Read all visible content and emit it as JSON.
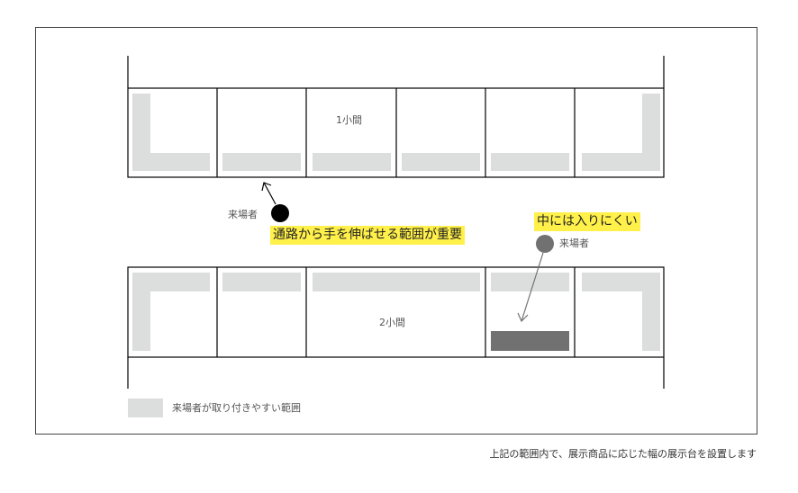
{
  "colors": {
    "frame": "#444444",
    "zone": "#dcdddd",
    "dark_zone": "#727171",
    "highlight": "#fff04a",
    "visitor_near": "#000000",
    "visitor_far": "#727171"
  },
  "labels": {
    "booth_1": "1小間",
    "booth_2": "2小間",
    "visitor_1": "来場者",
    "visitor_2": "来場者",
    "note_reach": "通路から手を伸ばせる範囲が重要",
    "note_hard": "中には入りにくい",
    "legend": "来場者が取り付きやすい範囲",
    "footer": "上記の範囲内で、展示商品に応じた幅の展示台を設置します"
  }
}
